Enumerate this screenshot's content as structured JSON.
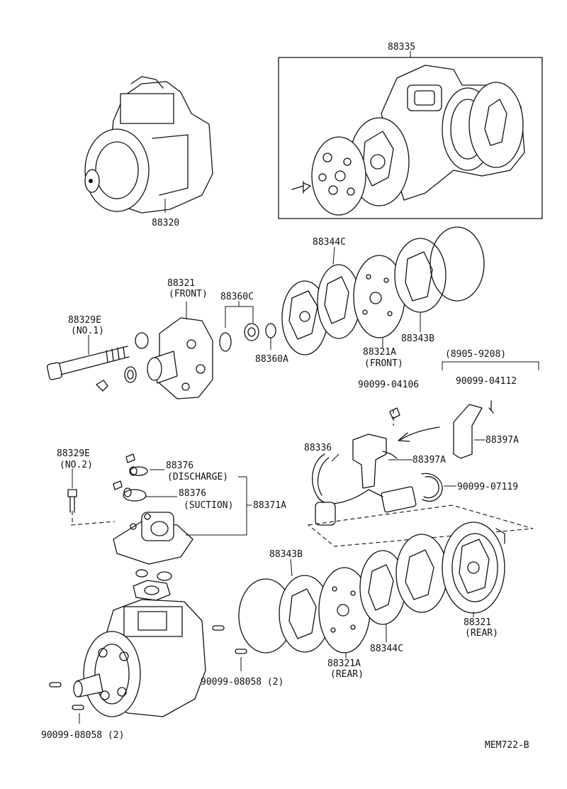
{
  "parts": {
    "p88335": "88335",
    "p88320": "88320",
    "p88344c_top": "88344C",
    "p88321_front": "88321",
    "p88321_front_note": "(FRONT)",
    "p88360c": "88360C",
    "p88329e_no1": "88329E",
    "p88329e_no1_note": "(NO.1)",
    "p88360a": "88360A",
    "p88321a_front": "88321A",
    "p88321a_front_note": "(FRONT)",
    "p88343b_top": "88343B",
    "date_range": "(8905-9208)",
    "p90099_04106": "90099-04106",
    "p90099_04112": "90099-04112",
    "p88336": "88336",
    "p88397a_1": "88397A",
    "p88397a_2": "88397A",
    "p88329e_no2": "88329E",
    "p88329e_no2_note": "(NO.2)",
    "p88376_discharge": "88376",
    "p88376_discharge_note": "(DISCHARGE)",
    "p88376_suction": "88376",
    "p88376_suction_note": "(SUCTION)",
    "p88371a": "88371A",
    "p90099_07119": "90099-07119",
    "p88343b_bottom": "88343B",
    "p88321_rear": "88321",
    "p88321_rear_note": "(REAR)",
    "p88344c_bottom": "88344C",
    "p88321a_rear": "88321A",
    "p88321a_rear_note": "(REAR)",
    "p90099_08058_mid": "90099-08058 (2)",
    "p90099_08058_bottom": "90099-08058 (2)"
  },
  "footer": {
    "code": "MEM722-B"
  }
}
